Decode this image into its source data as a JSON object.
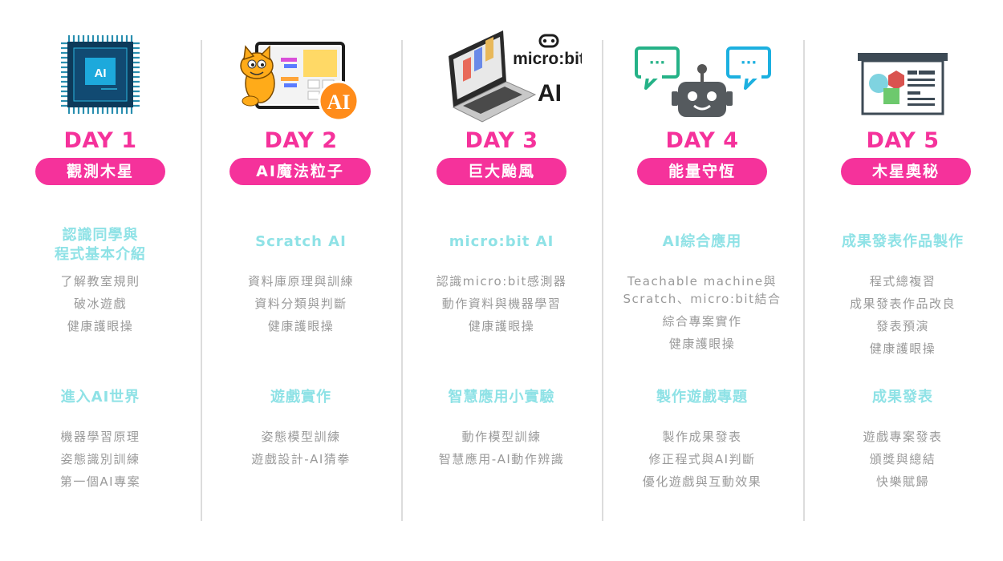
{
  "days": [
    {
      "day": "DAY 1",
      "pill": "觀測木星",
      "chip_text": "AI",
      "s1_title_lines": [
        "認識同學與",
        "程式基本介紹"
      ],
      "s1_items": [
        "了解教室規則",
        "破冰遊戲",
        "健康護眼操"
      ],
      "s2_title": "進入AI世界",
      "s2_items": [
        "機器學習原理",
        "姿態識別訓練",
        "第一個AI專案"
      ]
    },
    {
      "day": "DAY 2",
      "pill": "AI魔法粒子",
      "badge_text": "AI",
      "s1_title_lines": [
        "Scratch AI"
      ],
      "s1_items": [
        "資料庫原理與訓練",
        "資料分類與判斷",
        "健康護眼操"
      ],
      "s2_title": "遊戲實作",
      "s2_items": [
        "姿態模型訓練",
        "遊戲設計-AI猜拳"
      ]
    },
    {
      "day": "DAY 3",
      "pill": "巨大颱風",
      "logo_text": "micro:bit",
      "logo_ai": "AI",
      "s1_title_lines": [
        "micro:bit AI"
      ],
      "s1_items": [
        "認識micro:bit感測器",
        "動作資料與機器學習",
        "健康護眼操"
      ],
      "s2_title": "智慧應用小實驗",
      "s2_items": [
        "動作模型訓練",
        "智慧應用-AI動作辨識"
      ]
    },
    {
      "day": "DAY 4",
      "pill": "能量守恆",
      "bubble_text": "···",
      "s1_title_lines": [
        "AI綜合應用"
      ],
      "s1_items": [
        "Teachable machine與",
        "Scratch、micro:bit結合",
        "綜合專案實作",
        "健康護眼操"
      ],
      "s2_title": "製作遊戲專題",
      "s2_items": [
        "製作成果發表",
        "修正程式與AI判斷",
        "優化遊戲與互動效果"
      ]
    },
    {
      "day": "DAY 5",
      "pill": "木星奧秘",
      "s1_title_lines": [
        "成果發表作品製作"
      ],
      "s1_items": [
        "程式總複習",
        "成果發表作品改良",
        "發表預演",
        "健康護眼操"
      ],
      "s2_title": "成果發表",
      "s2_items": [
        "遊戲專案發表",
        "頒獎與總結",
        "快樂賦歸"
      ]
    }
  ],
  "colors": {
    "pink": "#f5329b",
    "cyan_title": "#8fe2e6",
    "gray_text": "#9a9a9a",
    "divider": "#dcdcdc"
  }
}
